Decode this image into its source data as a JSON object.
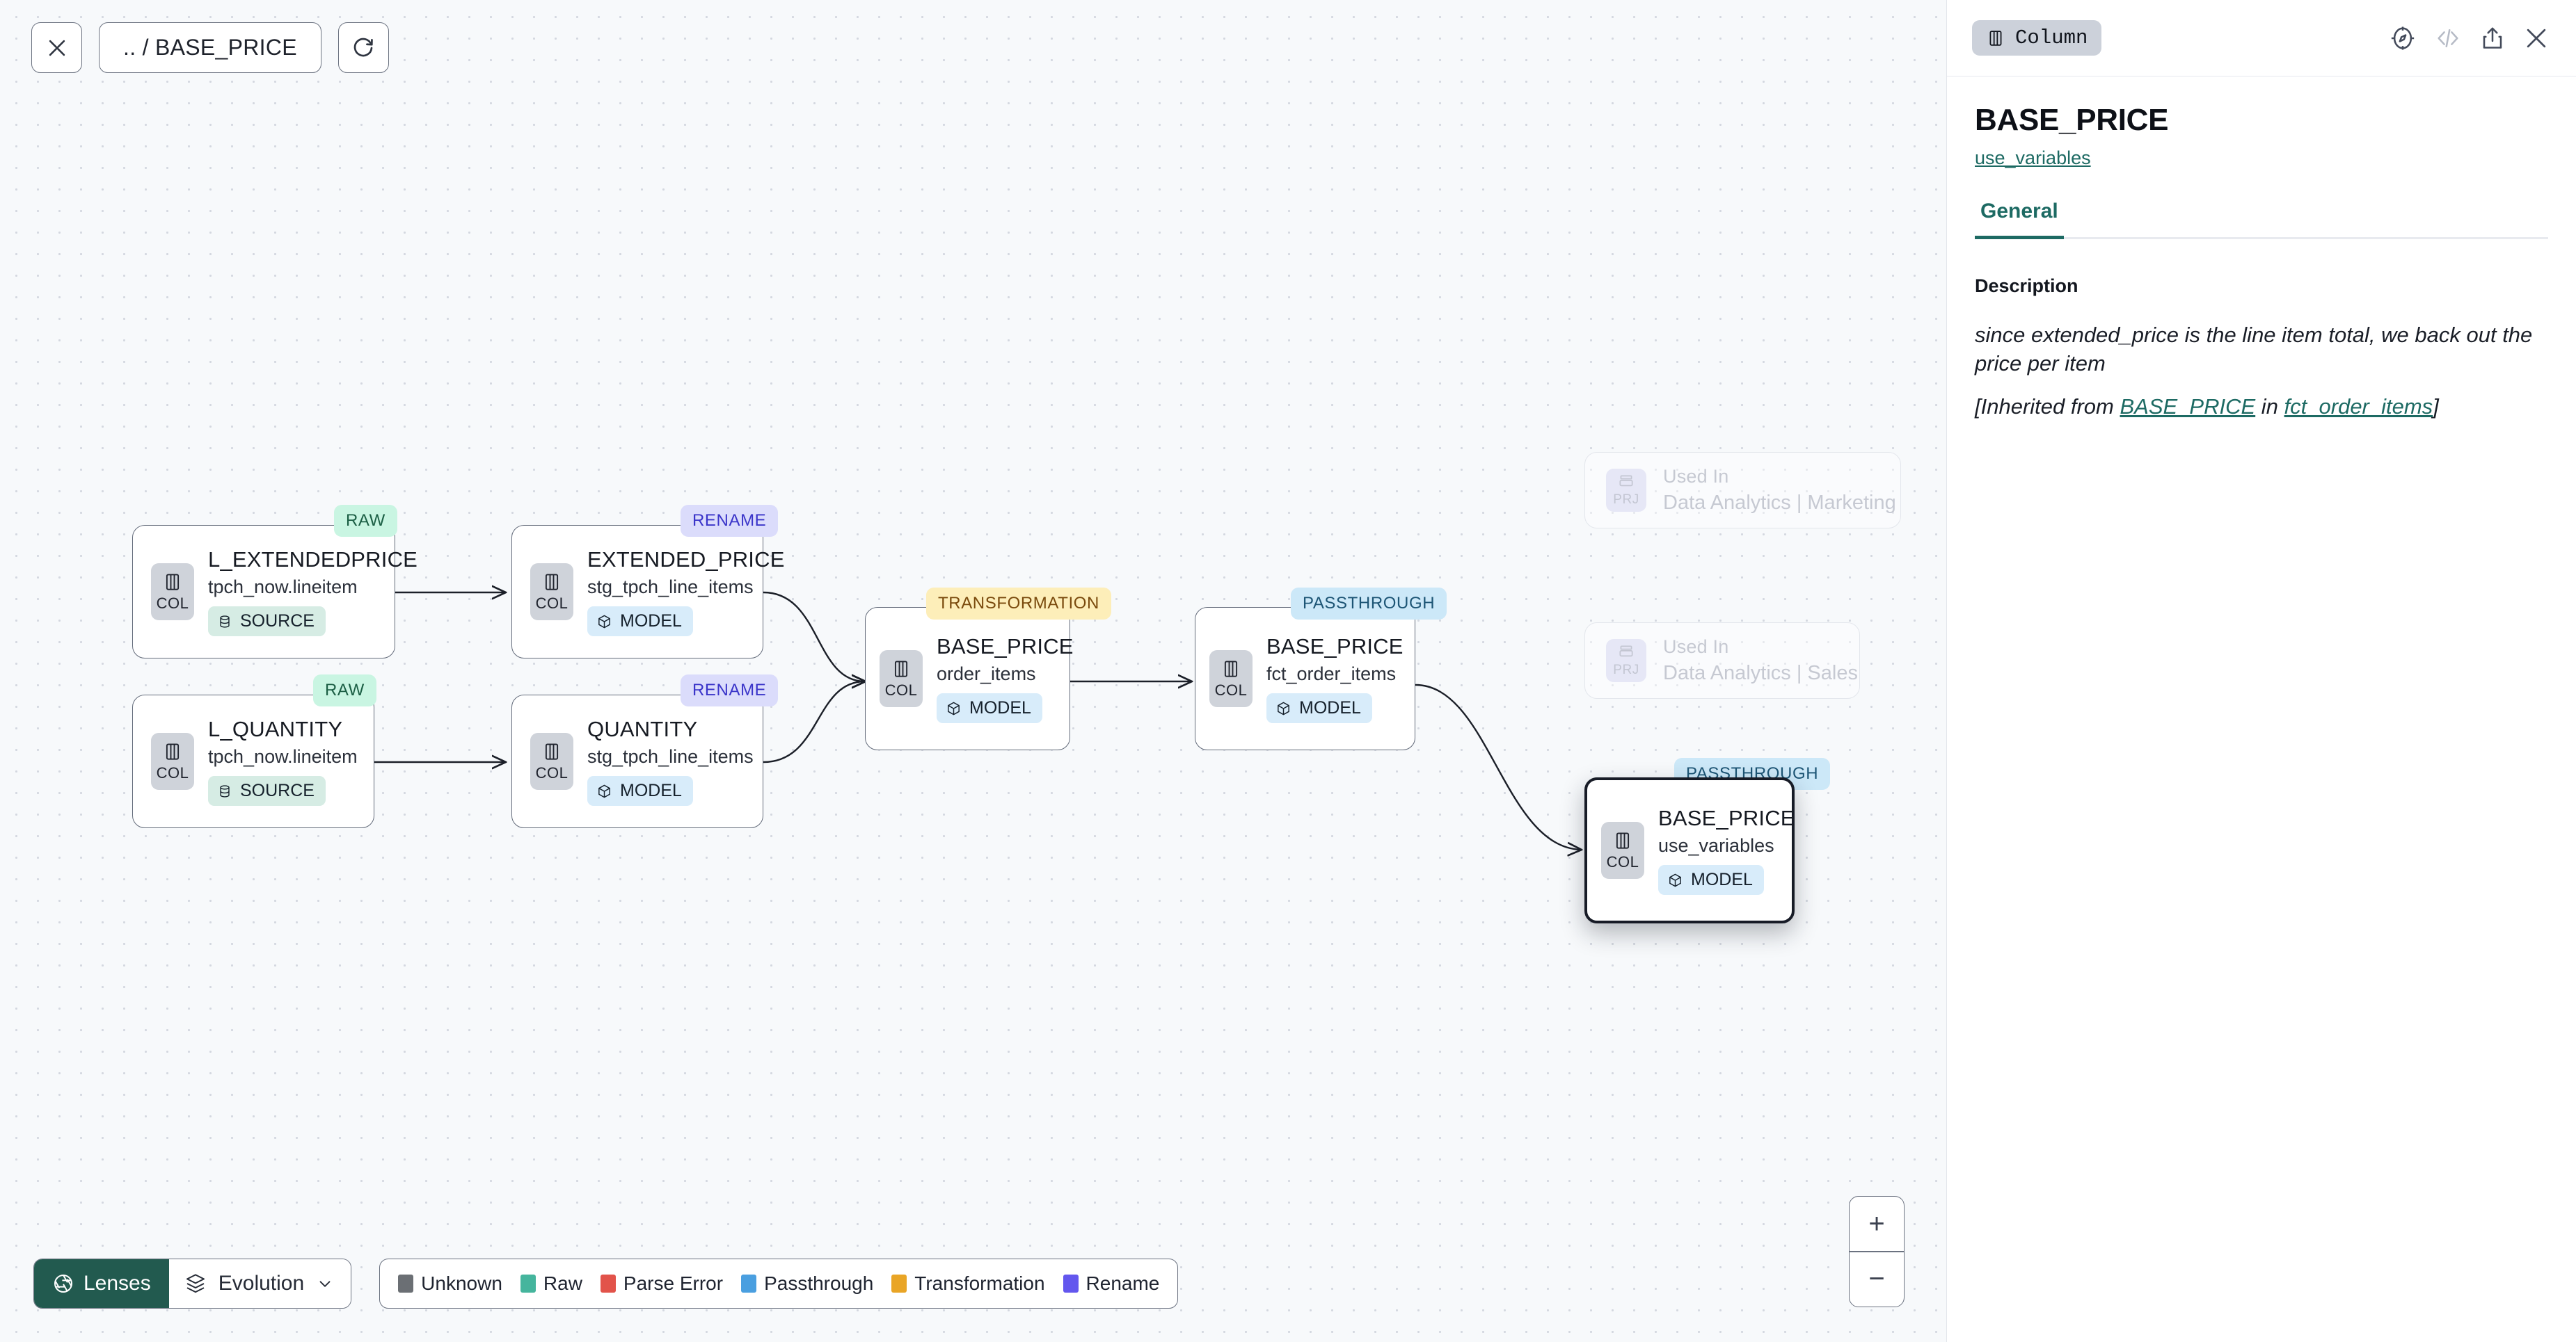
{
  "canvas": {
    "breadcrumb": ".. / BASE_PRICE",
    "close_title": "close-canvas",
    "refresh_title": "refresh"
  },
  "nodes": [
    {
      "id": "l_extendedprice",
      "badge": "RAW",
      "badge_kind": "raw",
      "title": "L_EXTENDEDPRICE",
      "sub": "tpch_now.lineitem",
      "chip": "COL",
      "pill": "SOURCE",
      "pill_kind": "source"
    },
    {
      "id": "l_quantity",
      "badge": "RAW",
      "badge_kind": "raw",
      "title": "L_QUANTITY",
      "sub": "tpch_now.lineitem",
      "chip": "COL",
      "pill": "SOURCE",
      "pill_kind": "source"
    },
    {
      "id": "extended_price",
      "badge": "RENAME",
      "badge_kind": "rename",
      "title": "EXTENDED_PRICE",
      "sub": "stg_tpch_line_items",
      "chip": "COL",
      "pill": "MODEL",
      "pill_kind": "model"
    },
    {
      "id": "quantity",
      "badge": "RENAME",
      "badge_kind": "rename",
      "title": "QUANTITY",
      "sub": "stg_tpch_line_items",
      "chip": "COL",
      "pill": "MODEL",
      "pill_kind": "model"
    },
    {
      "id": "base_price_order_items",
      "badge": "TRANSFORMATION",
      "badge_kind": "trans",
      "title": "BASE_PRICE",
      "sub": "order_items",
      "chip": "COL",
      "pill": "MODEL",
      "pill_kind": "model"
    },
    {
      "id": "base_price_fct",
      "badge": "PASSTHROUGH",
      "badge_kind": "pass",
      "title": "BASE_PRICE",
      "sub": "fct_order_items",
      "chip": "COL",
      "pill": "MODEL",
      "pill_kind": "model"
    },
    {
      "id": "base_price_use_variables",
      "badge": "PASSTHROUGH",
      "badge_kind": "pass",
      "title": "BASE_PRICE",
      "sub": "use_variables",
      "chip": "COL",
      "pill": "MODEL",
      "pill_kind": "model"
    }
  ],
  "used_in": [
    {
      "id": "used_in_marketing",
      "chip": "PRJ",
      "title": "Used In",
      "sub": "Data Analytics | Marketing"
    },
    {
      "id": "used_in_sales",
      "chip": "PRJ",
      "title": "Used In",
      "sub": "Data Analytics | Sales"
    }
  ],
  "zoom": {
    "in_label": "+",
    "out_label": "−"
  },
  "bottom": {
    "lenses_label": "Lenses",
    "evolution_label": "Evolution",
    "legend": [
      {
        "label": "Unknown",
        "color": "#6b6f74"
      },
      {
        "label": "Raw",
        "color": "#45b59d"
      },
      {
        "label": "Parse Error",
        "color": "#e2534a"
      },
      {
        "label": "Passthrough",
        "color": "#4a9fe0"
      },
      {
        "label": "Transformation",
        "color": "#e9a526"
      },
      {
        "label": "Rename",
        "color": "#6357ee"
      }
    ]
  },
  "panel": {
    "type_badge": "Column",
    "title": "BASE_PRICE",
    "model_link": "use_variables",
    "tabs": [
      {
        "label": "General",
        "active": true
      }
    ],
    "description_label": "Description",
    "description_text": "since extended_price is the line item total, we back out the price per item",
    "inherited_prefix": "[Inherited from ",
    "inherited_column": "BASE_PRICE",
    "inherited_mid": " in ",
    "inherited_model": "fct_order_items",
    "inherited_suffix": "]",
    "icons": [
      "compass-icon",
      "code-icon",
      "share-icon",
      "close-icon"
    ]
  },
  "colors": {
    "accent_teal": "#1d6a63",
    "lenses_bg": "#225a4f",
    "canvas_bg": "#f7f9fb",
    "selected_border": "#171b26"
  }
}
